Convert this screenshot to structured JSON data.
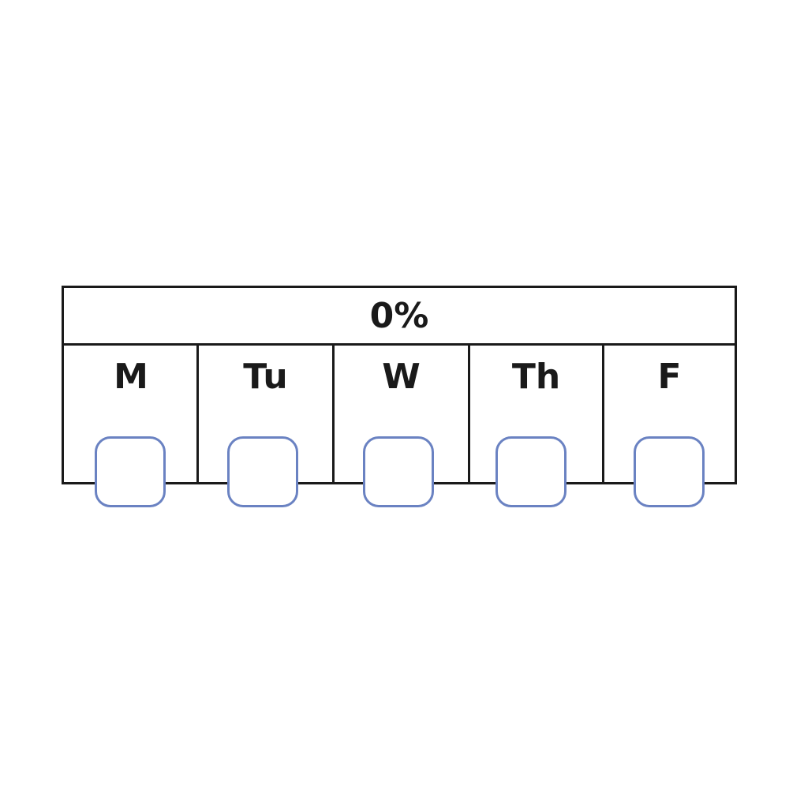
{
  "tracker": {
    "header_label": "0%",
    "days": [
      {
        "label": "M"
      },
      {
        "label": "Tu"
      },
      {
        "label": "W"
      },
      {
        "label": "Th"
      },
      {
        "label": "F"
      }
    ],
    "checkbox_color": "#6a82c2",
    "line_color": "#1a1a1a"
  }
}
